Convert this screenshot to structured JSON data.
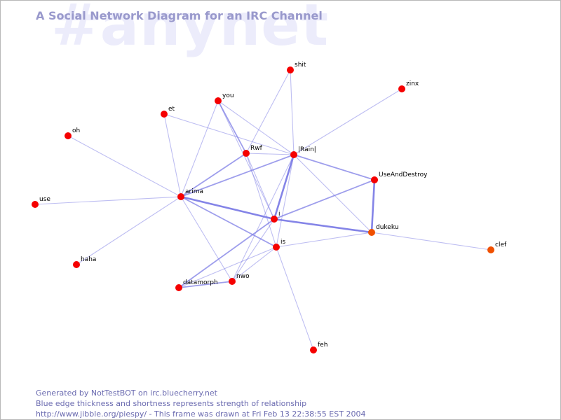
{
  "watermark": "#anynet",
  "title": "A Social Network Diagram for an IRC Channel",
  "footer": {
    "line1": "Generated by NotTestBOT on irc.bluecherry.net",
    "line2": "Blue edge thickness and shortness represents strength of relationship",
    "line3": "http://www.jibble.org/piespy/ - This frame was drawn at Fri Feb 13 22:38:55 EST 2004"
  },
  "colors": {
    "edge": "#7d7de6",
    "node": "#f50000",
    "node_recent": "#f05000",
    "text": "#000000",
    "title": "#9999cc",
    "footer": "#6b6bb0",
    "watermark": "#ececfb"
  },
  "nodes": [
    {
      "id": "shit",
      "label": "shit"
    },
    {
      "id": "zinx",
      "label": "zinx"
    },
    {
      "id": "you",
      "label": "you"
    },
    {
      "id": "et",
      "label": "et"
    },
    {
      "id": "oh",
      "label": "oh"
    },
    {
      "id": "rwf",
      "label": "Rwf"
    },
    {
      "id": "rain",
      "label": "|Rain|"
    },
    {
      "id": "useanddestroy",
      "label": "UseAndDestroy"
    },
    {
      "id": "arima",
      "label": "arima"
    },
    {
      "id": "use",
      "label": "use"
    },
    {
      "id": "i",
      "label": "i"
    },
    {
      "id": "dukeku",
      "label": "dukeku",
      "recent": true
    },
    {
      "id": "clef",
      "label": "clef",
      "recent": true
    },
    {
      "id": "is",
      "label": "is"
    },
    {
      "id": "haha",
      "label": "haha"
    },
    {
      "id": "datamorph",
      "label": "datamorph"
    },
    {
      "id": "nwo",
      "label": "nwo"
    },
    {
      "id": "feh",
      "label": "feh"
    }
  ],
  "edges": [
    {
      "source": "i",
      "target": "rain",
      "strength": 3
    },
    {
      "source": "i",
      "target": "dukeku",
      "strength": 3
    },
    {
      "source": "arima",
      "target": "i",
      "strength": 3
    },
    {
      "source": "useanddestroy",
      "target": "dukeku",
      "strength": 3
    },
    {
      "source": "i",
      "target": "useanddestroy",
      "strength": 2
    },
    {
      "source": "rain",
      "target": "useanddestroy",
      "strength": 2
    },
    {
      "source": "arima",
      "target": "rwf",
      "strength": 2
    },
    {
      "source": "datamorph",
      "target": "nwo",
      "strength": 2
    },
    {
      "source": "datamorph",
      "target": "i",
      "strength": 2
    },
    {
      "source": "you",
      "target": "rwf",
      "strength": 2
    },
    {
      "source": "arima",
      "target": "rain",
      "strength": 2
    },
    {
      "source": "arima",
      "target": "is",
      "strength": 2
    },
    {
      "source": "arima",
      "target": "nwo",
      "strength": 1
    },
    {
      "source": "arima",
      "target": "et",
      "strength": 1
    },
    {
      "source": "arima",
      "target": "you",
      "strength": 1
    },
    {
      "source": "arima",
      "target": "oh",
      "strength": 1
    },
    {
      "source": "arima",
      "target": "use",
      "strength": 1
    },
    {
      "source": "arima",
      "target": "haha",
      "strength": 1
    },
    {
      "source": "rwf",
      "target": "rain",
      "strength": 1
    },
    {
      "source": "rwf",
      "target": "shit",
      "strength": 1
    },
    {
      "source": "rwf",
      "target": "i",
      "strength": 1
    },
    {
      "source": "rwf",
      "target": "is",
      "strength": 1
    },
    {
      "source": "you",
      "target": "rain",
      "strength": 1
    },
    {
      "source": "you",
      "target": "i",
      "strength": 1
    },
    {
      "source": "et",
      "target": "rain",
      "strength": 1
    },
    {
      "source": "shit",
      "target": "rain",
      "strength": 1
    },
    {
      "source": "zinx",
      "target": "rain",
      "strength": 1
    },
    {
      "source": "rain",
      "target": "dukeku",
      "strength": 1
    },
    {
      "source": "rain",
      "target": "is",
      "strength": 1
    },
    {
      "source": "rain",
      "target": "nwo",
      "strength": 1
    },
    {
      "source": "is",
      "target": "dukeku",
      "strength": 1
    },
    {
      "source": "is",
      "target": "datamorph",
      "strength": 1
    },
    {
      "source": "is",
      "target": "nwo",
      "strength": 1
    },
    {
      "source": "is",
      "target": "feh",
      "strength": 1
    },
    {
      "source": "dukeku",
      "target": "clef",
      "strength": 1
    },
    {
      "source": "i",
      "target": "nwo",
      "strength": 1
    }
  ]
}
